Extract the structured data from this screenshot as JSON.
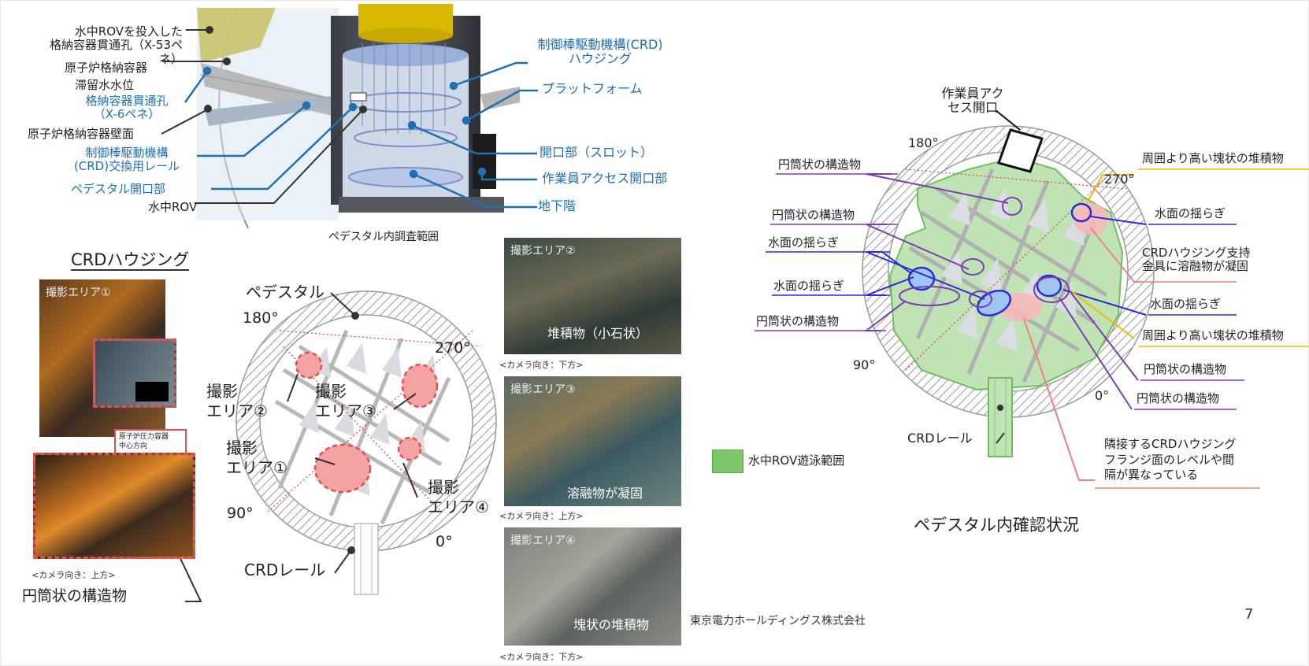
{
  "top": {
    "caption": "ペデスタル内調査範囲",
    "labels_left": {
      "rov_entry": "水中ROVを投入した\n格納容器貫通孔（X-53ペネ）",
      "pcv": "原子炉格納容器",
      "water_level": "滞留水水位",
      "x6_pene": "格納容器貫通孔\n（X-6ペネ）",
      "pcv_wall": "原子炉格納容器壁面",
      "crd_rail_exchange": "制御棒駆動機構\n(CRD)交換用レール",
      "pedestal_opening": "ペデスタル開口部",
      "rov": "水中ROV"
    },
    "labels_right": {
      "crd_housing": "制御棒駆動機構(CRD)\nハウジング",
      "platform": "プラットフォーム",
      "slot": "開口部（スロット）",
      "worker_access": "作業員アクセス開口部",
      "basement": "地下階"
    }
  },
  "left_diagram": {
    "crd_housing_title": "CRDハウジング",
    "area1_photo_title": "撮影エリア①",
    "rpv_direction": "原子炉圧力容器\n中心方向",
    "camera_up": "<カメラ向き：上方>",
    "cylinder_label": "円筒状の構造物",
    "pedestal": "ペデスタル",
    "deg180": "180°",
    "deg270": "270°",
    "deg90": "90°",
    "deg0": "0°",
    "area2": "撮影\nエリア②",
    "area3": "撮影\nエリア③",
    "area1": "撮影\nエリア①",
    "area4": "撮影\nエリア④",
    "crd_rail": "CRDレール"
  },
  "photos": [
    {
      "title": "撮影エリア②",
      "label": "堆積物（小石状）",
      "caption": "<カメラ向き：下方>"
    },
    {
      "title": "撮影エリア③",
      "label": "溶融物が凝固",
      "caption": "<カメラ向き：上方>"
    },
    {
      "title": "撮影エリア④",
      "label": "塊状の堆積物",
      "caption": "<カメラ向き：下方>"
    }
  ],
  "right_diagram": {
    "worker_access": "作業員アク\nセス開口",
    "deg180": "180°",
    "deg270": "270°",
    "deg90": "90°",
    "deg0": "0°",
    "crd_rail": "CRDレール",
    "title": "ペデスタル内確認状況",
    "legend": "水中ROV遊泳範囲",
    "left_labels": [
      "円筒状の構造物",
      "円筒状の構造物",
      "水面の揺らぎ",
      "水面の揺らぎ",
      "円筒状の構造物"
    ],
    "right_labels": {
      "high_deposit_top": "周囲より高い塊状の堆積物",
      "ripple_top": "水面の揺らぎ",
      "crd_support": "CRDハウジング支持\n金具に溶融物が凝固",
      "ripple_mid": "水面の揺らぎ",
      "high_deposit_mid": "周囲より高い塊状の堆積物",
      "cylinder1": "円筒状の構造物",
      "cylinder2": "円筒状の構造物",
      "flange": "隣接するCRDハウジング\nフランジ面のレベルや間\n隔が異なっている"
    },
    "colors": {
      "rov_area": "#7ec86b",
      "blue": "#2b2bd6",
      "purple": "#7a3fb0",
      "yellow": "#f0b800",
      "pink": "#f08080"
    }
  },
  "footer": {
    "company": "東京電力ホールディングス株式会社",
    "page": "7"
  }
}
